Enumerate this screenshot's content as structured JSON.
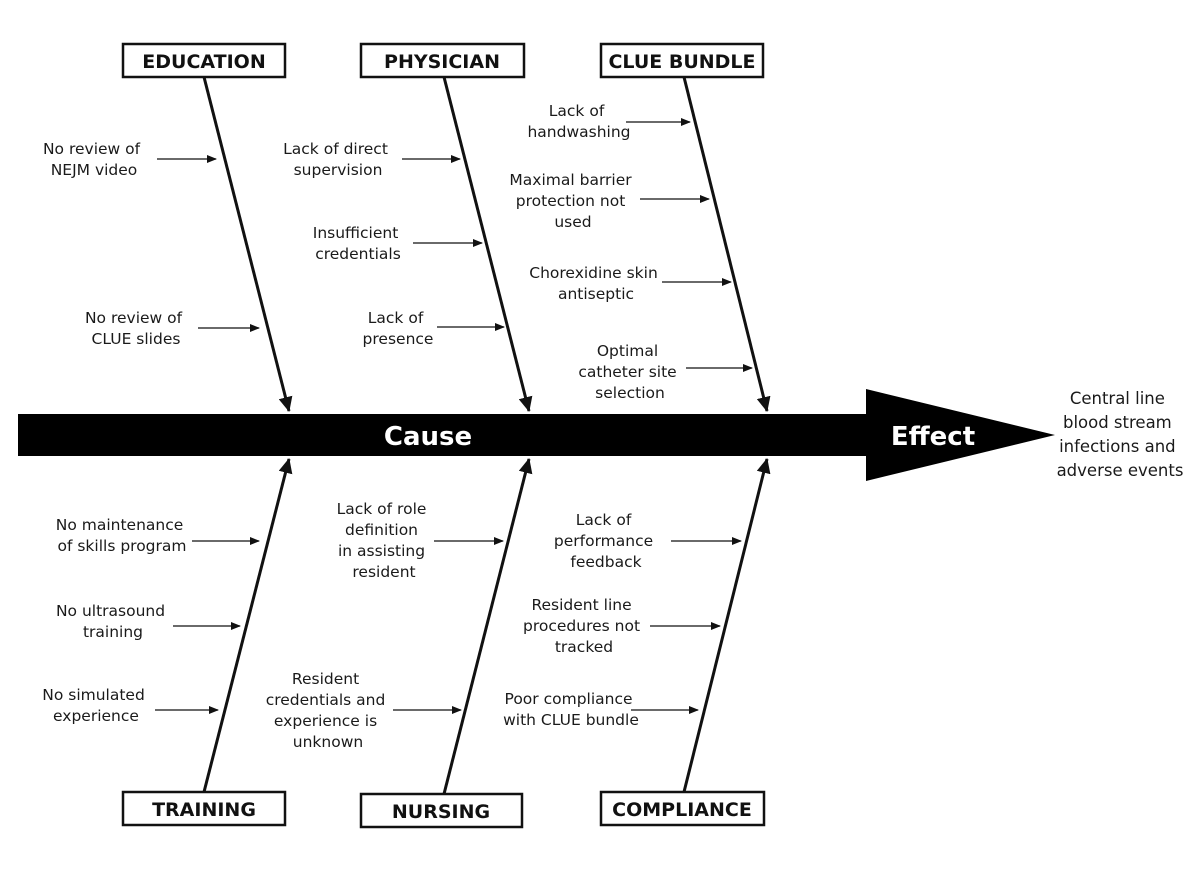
{
  "spine": {
    "cause_label": "Cause",
    "effect_label": "Effect"
  },
  "effect": {
    "lines": [
      "Central line",
      "blood stream",
      "infections and",
      "adverse events"
    ]
  },
  "categories": {
    "education": "EDUCATION",
    "physician": "PHYSICIAN",
    "clue_bundle": "CLUE BUNDLE",
    "training": "TRAINING",
    "nursing": "NURSING",
    "compliance": "COMPLIANCE"
  },
  "causes": {
    "education": [
      {
        "lines": [
          "No review of",
          "NEJM video"
        ]
      },
      {
        "lines": [
          "No review of",
          "CLUE slides"
        ]
      }
    ],
    "physician": [
      {
        "lines": [
          "Lack of direct",
          "supervision"
        ]
      },
      {
        "lines": [
          "Insufficient",
          "credentials"
        ]
      },
      {
        "lines": [
          "Lack of",
          "presence"
        ]
      }
    ],
    "clue_bundle": [
      {
        "lines": [
          "Lack of",
          "handwashing"
        ]
      },
      {
        "lines": [
          "Maximal barrier",
          "protection not",
          "used"
        ]
      },
      {
        "lines": [
          "Chorexidine skin",
          "antiseptic"
        ]
      },
      {
        "lines": [
          "Optimal",
          "catheter site",
          "selection"
        ]
      }
    ],
    "training": [
      {
        "lines": [
          "No maintenance",
          "of skills program"
        ]
      },
      {
        "lines": [
          "No ultrasound",
          "training"
        ]
      },
      {
        "lines": [
          "No simulated",
          "experience"
        ]
      }
    ],
    "nursing": [
      {
        "lines": [
          "Lack of role",
          "definition",
          "in assisting",
          "resident"
        ]
      },
      {
        "lines": [
          "Resident",
          "credentials and",
          "experience is",
          "unknown"
        ]
      }
    ],
    "compliance": [
      {
        "lines": [
          "Lack of",
          "performance",
          "feedback"
        ]
      },
      {
        "lines": [
          "Resident line",
          "procedures not",
          "tracked"
        ]
      },
      {
        "lines": [
          "Poor compliance",
          "with CLUE bundle"
        ]
      }
    ]
  }
}
